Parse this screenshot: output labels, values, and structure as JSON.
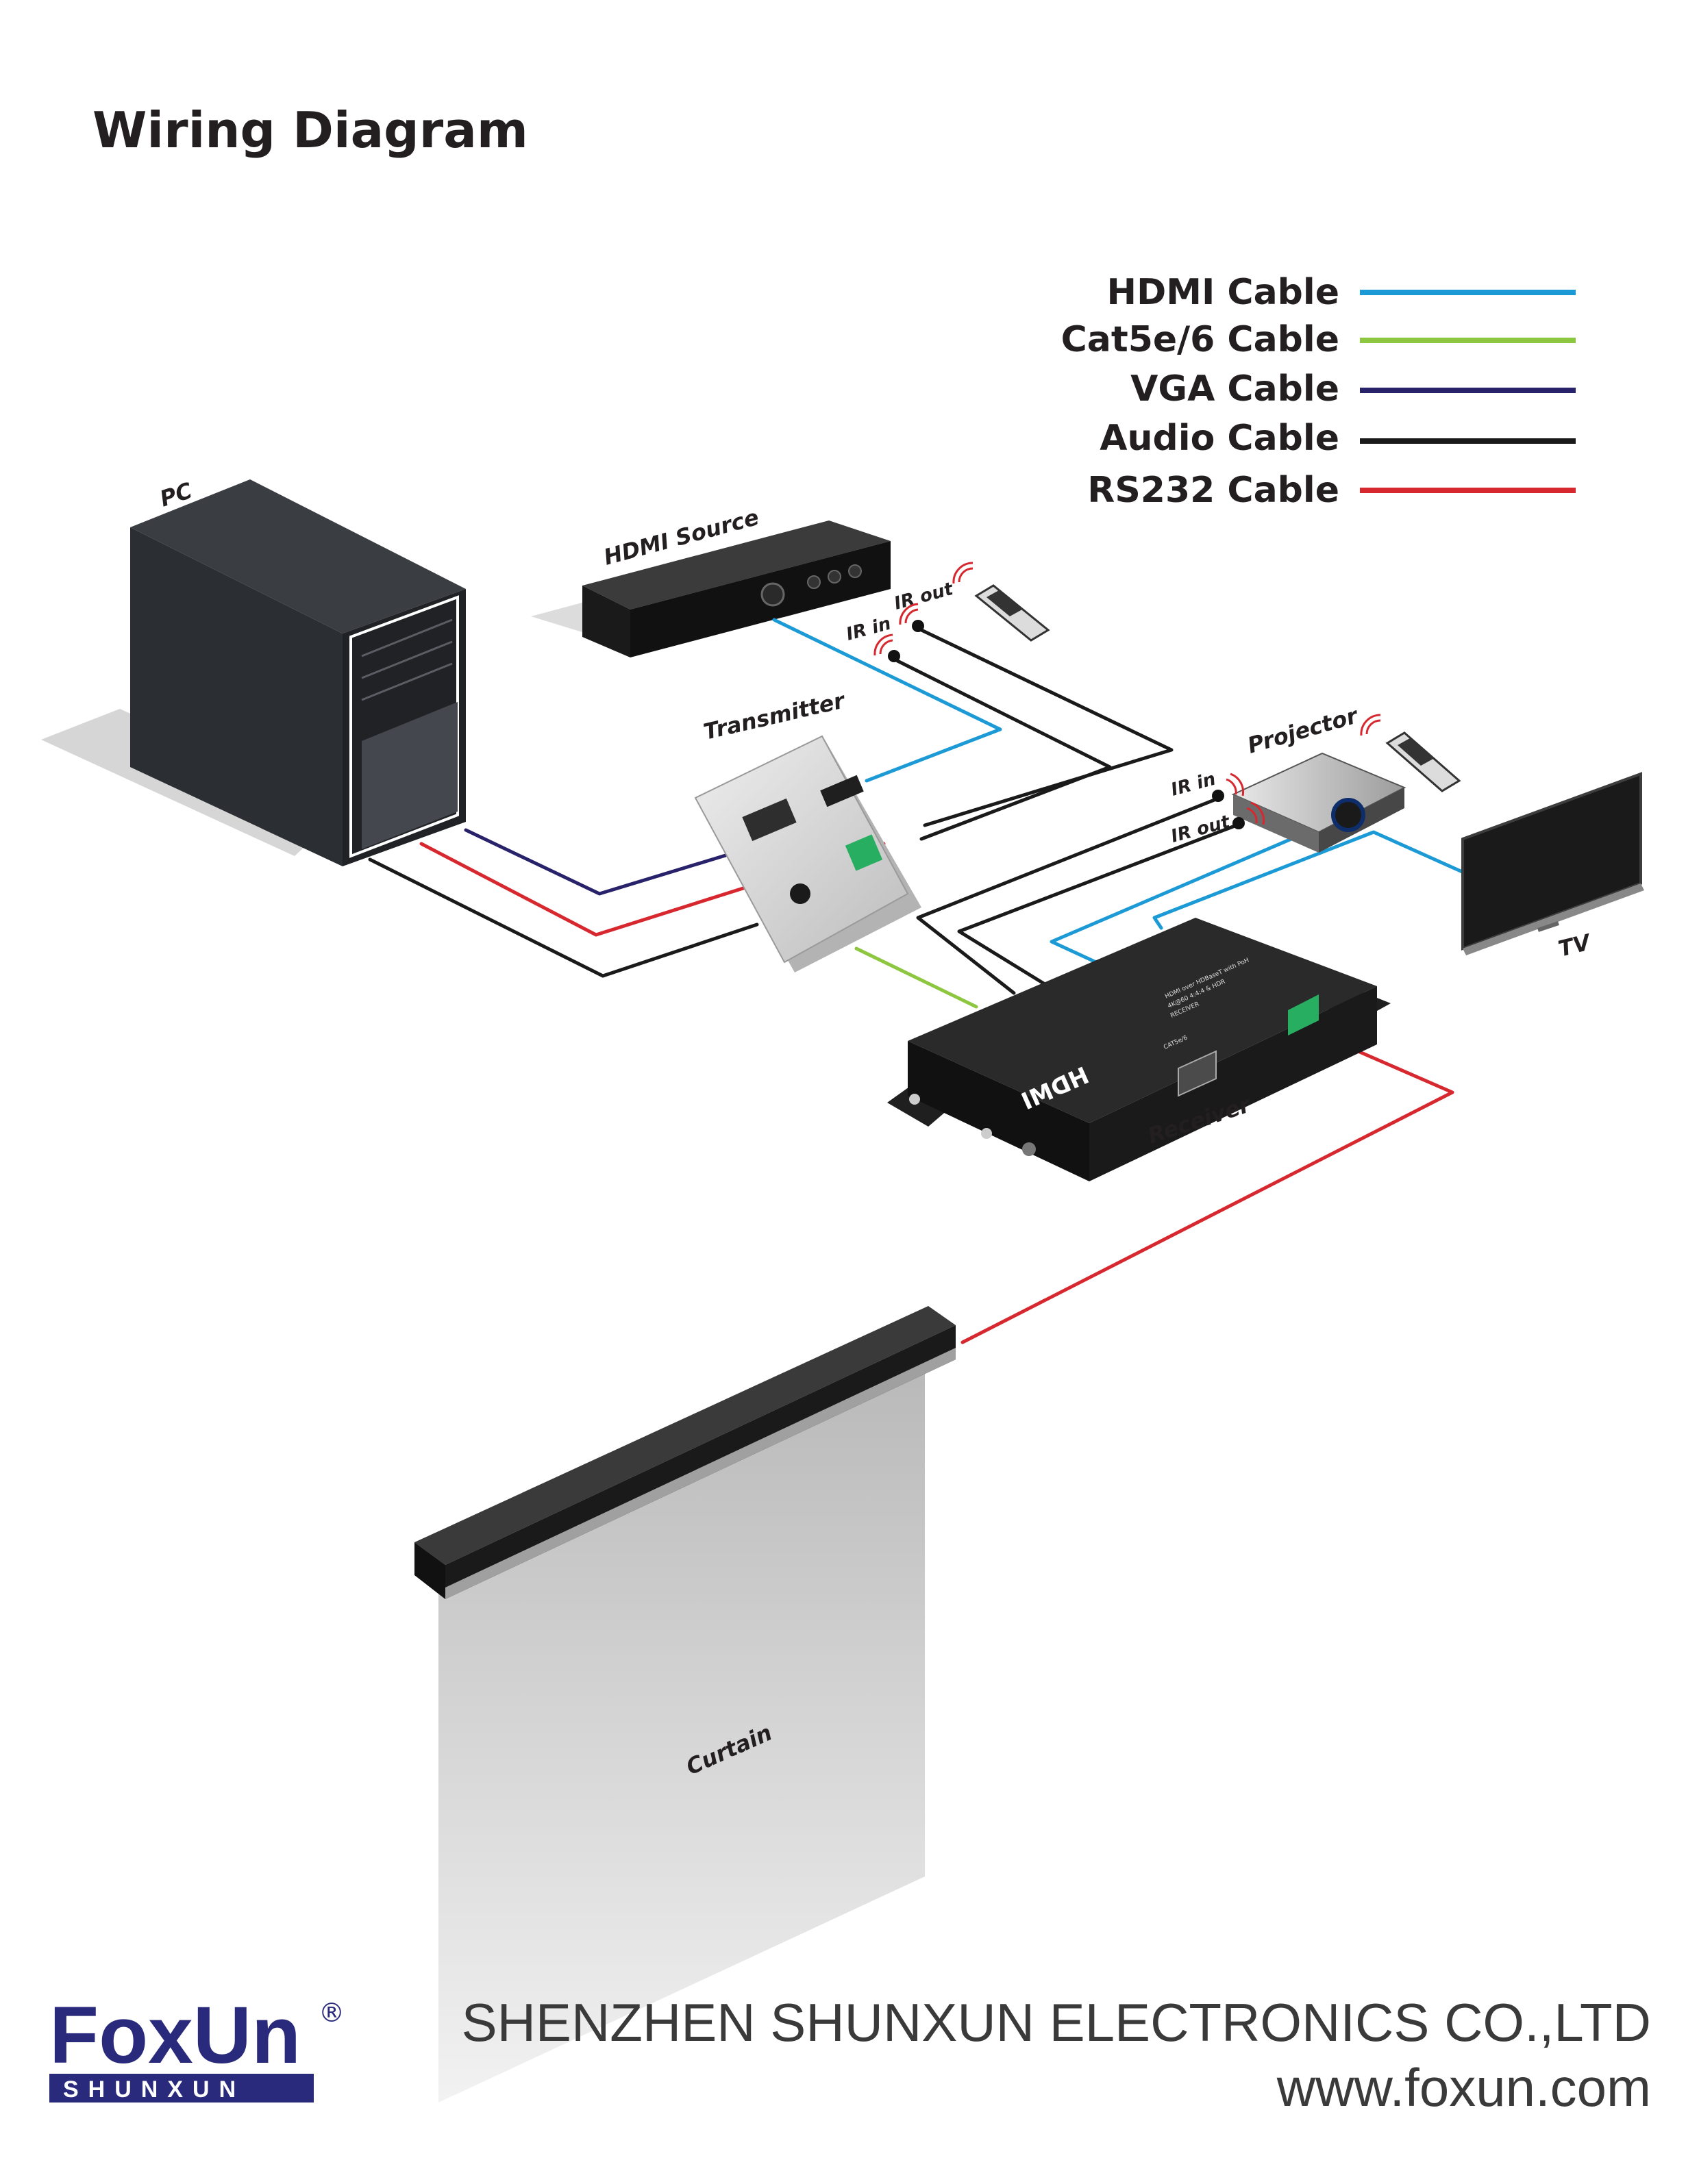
{
  "title": "Wiring Diagram",
  "legend": [
    {
      "label": "HDMI Cable",
      "color": "#1b9ad6"
    },
    {
      "label": "Cat5e/6 Cable",
      "color": "#8dc63f"
    },
    {
      "label": "VGA Cable",
      "color": "#28226b"
    },
    {
      "label": "Audio Cable",
      "color": "#1a1a1a"
    },
    {
      "label": "RS232 Cable",
      "color": "#d7282f"
    }
  ],
  "devices": {
    "pc": "PC",
    "hdmi_source": "HDMI Source",
    "transmitter": "Transmitter",
    "projector": "Projector",
    "tv": "TV",
    "receiver": "Receiver",
    "curtain": "Curtain"
  },
  "ports": {
    "ir_in_tx": "IR in",
    "ir_out_tx": "IR out",
    "ir_in_rx": "IR in",
    "ir_out_rx": "IR out"
  },
  "receiver_panel": {
    "logo": "HDMI",
    "line1": "HDMI over HDBaseT with PoH",
    "line2": "4K@60 4:4:4 & HDR",
    "line3": "RECEIVER",
    "cat_label": "CAT5e/6"
  },
  "footer": {
    "brand": "FoxUn",
    "brand_sub": "SHUNXUN",
    "registered": "®",
    "company": "SHENZHEN SHUNXUN ELECTRONICS CO.,LTD",
    "website": "www.foxun.com"
  },
  "colors": {
    "hdmi": "#1b9ad6",
    "cat": "#8dc63f",
    "vga": "#28226b",
    "audio": "#1a1a1a",
    "rs232": "#d7282f",
    "brand_blue": "#2a2a7c",
    "brand_cyan": "#1b9ad6"
  }
}
